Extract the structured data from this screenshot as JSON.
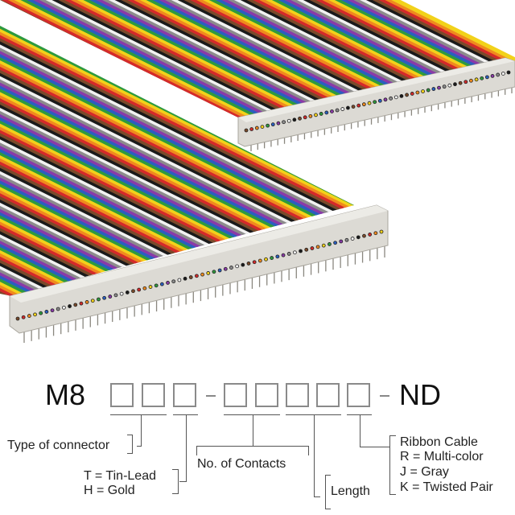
{
  "part_number": {
    "prefix": "M8",
    "suffix": "ND",
    "dash": "-"
  },
  "legend": {
    "type_of_connector": "Type of connector",
    "plating": [
      "T = Tin-Lead",
      "H = Gold"
    ],
    "contacts": "No. of Contacts",
    "length": "Length",
    "ribbon": [
      "Ribbon Cable",
      "R = Multi-color",
      "J = Gray",
      "K = Twisted Pair"
    ]
  },
  "colors": {
    "wires": [
      "#7a4a2a",
      "#d42a2a",
      "#f08a1e",
      "#f2d21a",
      "#2e9a3e",
      "#2a5fc0",
      "#8a3aa8",
      "#8c8c8c",
      "#f2f2f2",
      "#1a1a1a"
    ],
    "connector": "#dcdad4"
  }
}
